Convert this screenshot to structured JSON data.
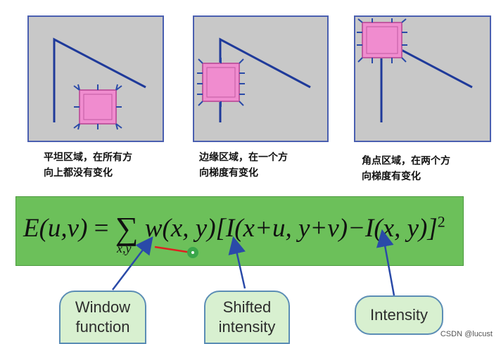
{
  "panels": [
    {
      "caption_line1": "平坦区域，在所有方",
      "caption_line2": "向上都没有变化"
    },
    {
      "caption_line1": "边缘区域，在一个方",
      "caption_line2": "向梯度有变化"
    },
    {
      "caption_line1": "角点区域，在两个方",
      "caption_line2": "向梯度有变化"
    }
  ],
  "formula": {
    "lhs": "E(u,v)",
    "equals": "=",
    "sum": "∑",
    "subscript": "x,y",
    "rhs": "w(x, y)[I(x+u, y+v)−I(x, y)]",
    "exponent": "2"
  },
  "callouts": {
    "window": {
      "line1": "Window",
      "line2": "function"
    },
    "shifted": {
      "line1": "Shifted",
      "line2": "intensity"
    },
    "intensity": {
      "line1": "Intensity"
    }
  },
  "watermark": "CSDN @lucust",
  "colors": {
    "panel_bg": "#c8c8c8",
    "line": "#1f3a9a",
    "window": "#f08ccf",
    "formula_bg": "#6cc05a",
    "bubble_bg": "#d8f0d0",
    "arrow": "#2a4aa8",
    "red_pointer": "#e02020"
  }
}
